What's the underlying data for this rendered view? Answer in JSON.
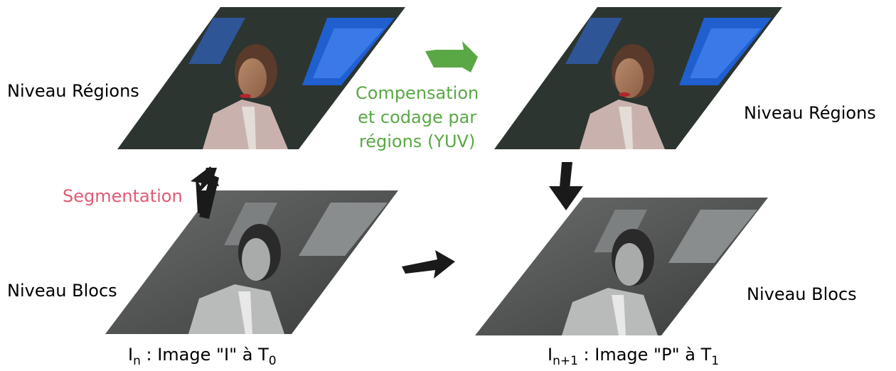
{
  "labels": {
    "top_left": "Niveau Régions",
    "top_right": "Niveau Régions",
    "bottom_left": "Niveau Blocs",
    "bottom_right": "Niveau Blocs",
    "segmentation": "Segmentation",
    "compensation_line1": "Compensation",
    "compensation_line2": "et codage par",
    "compensation_line3": "régions (YUV)"
  },
  "captions": {
    "left_main": "I",
    "left_sub": "n",
    "left_text": " : Image  \"I\" à T",
    "left_t_sub": "0",
    "right_main": "I",
    "right_sub": "n+1",
    "right_text": " : Image  \"P\" à T",
    "right_t_sub": "1"
  },
  "colors": {
    "green": "#5aa845",
    "pink": "#e05a73",
    "arrow_dark": "#1a1a1a"
  }
}
